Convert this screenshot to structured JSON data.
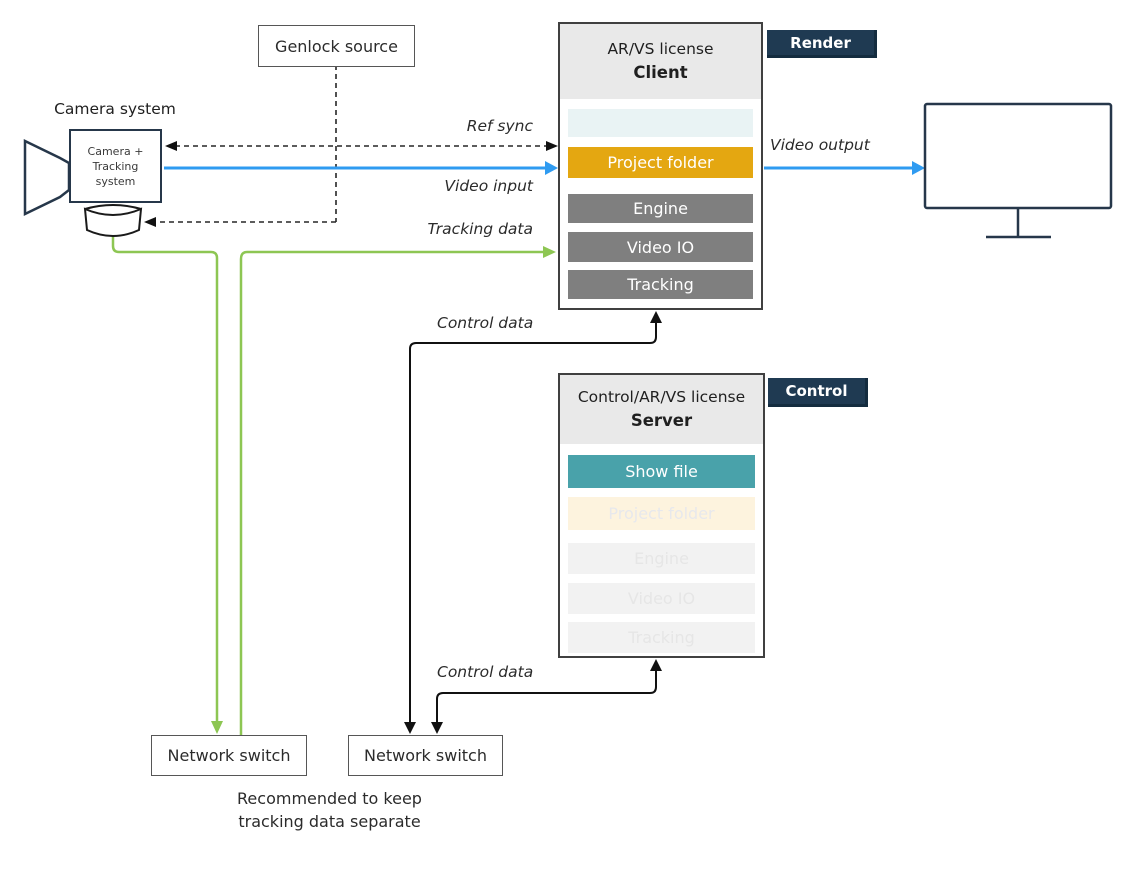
{
  "diagram": {
    "camera": {
      "title": "Camera system",
      "label_lines": [
        "Camera +",
        "Tracking",
        "system"
      ]
    },
    "genlock": {
      "label": "Genlock source"
    },
    "client": {
      "license": "AR/VS license",
      "role": "Client",
      "tag": "Render",
      "rows": [
        {
          "label": "",
          "state": "faded-teal"
        },
        {
          "label": "Project folder",
          "state": "amber"
        },
        {
          "label": "Engine",
          "state": "gray"
        },
        {
          "label": "Video IO",
          "state": "gray"
        },
        {
          "label": "Tracking",
          "state": "gray"
        }
      ]
    },
    "server": {
      "license": "Control/AR/VS license",
      "role": "Server",
      "tag": "Control",
      "rows": [
        {
          "label": "Show file",
          "state": "teal"
        },
        {
          "label": "Project folder",
          "state": "faded-amber"
        },
        {
          "label": "Engine",
          "state": "faded-gray"
        },
        {
          "label": "Video IO",
          "state": "faded-gray"
        },
        {
          "label": "Tracking",
          "state": "faded-gray"
        }
      ]
    },
    "switches": [
      {
        "label": "Network switch"
      },
      {
        "label": "Network switch"
      }
    ],
    "note_lines": [
      "Recommended to keep",
      "tracking data separate"
    ],
    "edge_labels": {
      "ref_sync": "Ref sync",
      "video_input": "Video input",
      "tracking_data": "Tracking data",
      "video_output": "Video output",
      "control_data_client": "Control data",
      "control_data_server": "Control data"
    },
    "colors": {
      "video_blue": "#2f9bf1",
      "tracking_green": "#8dc653",
      "project_amber": "#e4a711",
      "showfile_teal": "#49a2aa",
      "tag_navy": "#1f3a52",
      "module_gray": "#7f7f7f",
      "outline_navy": "#26374a"
    }
  }
}
